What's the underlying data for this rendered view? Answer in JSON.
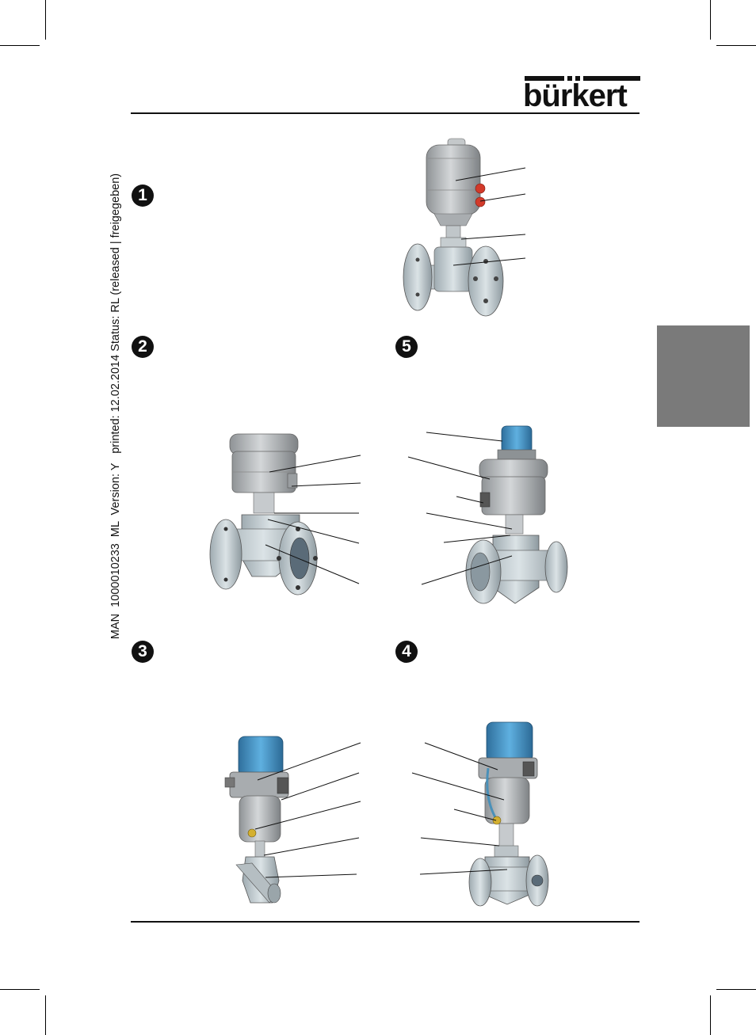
{
  "header": {
    "brand": "bürkert"
  },
  "side_note": {
    "text": "MAN  1000010233  ML  Version: Y   printed: 12.02.2014 Status: RL (released | freigegeben)"
  },
  "markers": [
    "1",
    "2",
    "3",
    "4",
    "5"
  ],
  "colors": {
    "text": "#111111",
    "gray_tab": "#7a7a7a",
    "valve_body": "#c9d2d6",
    "actuator": "#b8bcbe",
    "blue_cap": "#3f8fc6",
    "red_port": "#d23a2a"
  },
  "figures": [
    {
      "marker": "1",
      "icon": "diaphragm-valve-pneumatic-actuator"
    },
    {
      "marker": "2",
      "icon": "diaphragm-valve-control-head"
    },
    {
      "marker": "5",
      "icon": "diaphragm-valve-blue-control-head"
    },
    {
      "marker": "3",
      "icon": "angle-seat-valve-positioner"
    },
    {
      "marker": "4",
      "icon": "globe-valve-positioner"
    }
  ]
}
